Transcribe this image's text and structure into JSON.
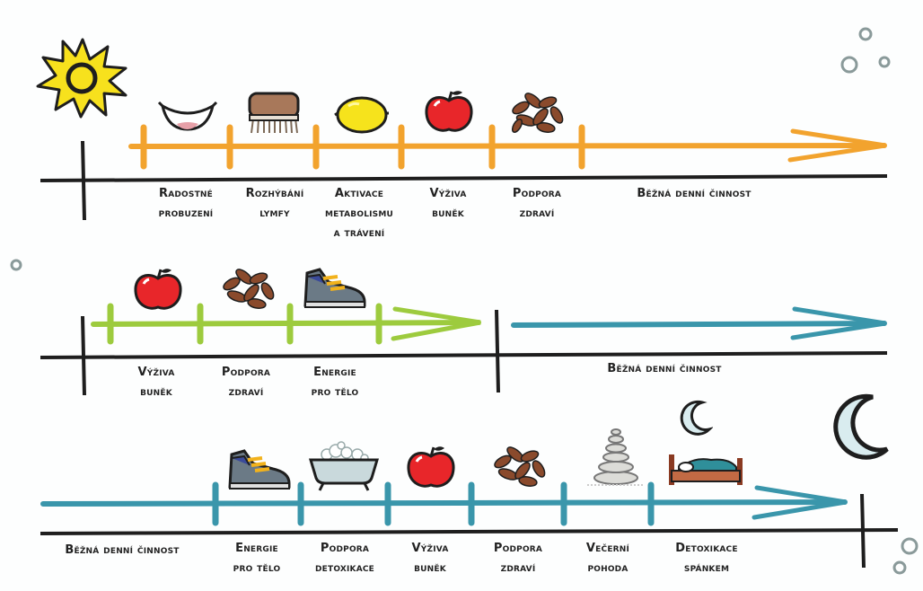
{
  "colors": {
    "row1": "#f2a32e",
    "row2": "#9dcb3e",
    "row3": "#3a96ab",
    "axis": "#1e1e1e"
  },
  "row1": {
    "labels": [
      {
        "l1": "Radostné",
        "l2": "probuzení"
      },
      {
        "l1": "Rozhýbání",
        "l2": "lymfy"
      },
      {
        "l1": "Aktivace",
        "l2": "metabolismu",
        "l3": "a trávení"
      },
      {
        "l1": "Výživa",
        "l2": "buněk"
      },
      {
        "l1": "Podpora",
        "l2": "zdraví"
      }
    ],
    "tail": "Běžná denní činnost",
    "icons": [
      "sun-icon",
      "smile-icon",
      "brush-icon",
      "lemon-icon",
      "apple-icon",
      "herbs-icon"
    ]
  },
  "row2": {
    "labels": [
      {
        "l1": "Výživa",
        "l2": "buněk"
      },
      {
        "l1": "Podpora",
        "l2": "zdraví"
      },
      {
        "l1": "Energie",
        "l2": "pro tělo"
      }
    ],
    "tail": "Běžná denní činnost",
    "icons": [
      "apple-icon",
      "herbs-icon",
      "sneaker-icon"
    ]
  },
  "row3": {
    "head": "Běžná denní činnost",
    "labels": [
      {
        "l1": "Energie",
        "l2": "pro tělo"
      },
      {
        "l1": "Podpora",
        "l2": "detoxikace"
      },
      {
        "l1": "Výživa",
        "l2": "buněk"
      },
      {
        "l1": "Podpora",
        "l2": "zdraví"
      },
      {
        "l1": "Večerní",
        "l2": "pohoda"
      },
      {
        "l1": "Detoxikace",
        "l2": "spánkem"
      }
    ],
    "icons": [
      "sneaker-icon",
      "bathtub-icon",
      "apple-icon",
      "herbs-icon",
      "stones-icon",
      "bed-icon",
      "moon-icon"
    ]
  }
}
